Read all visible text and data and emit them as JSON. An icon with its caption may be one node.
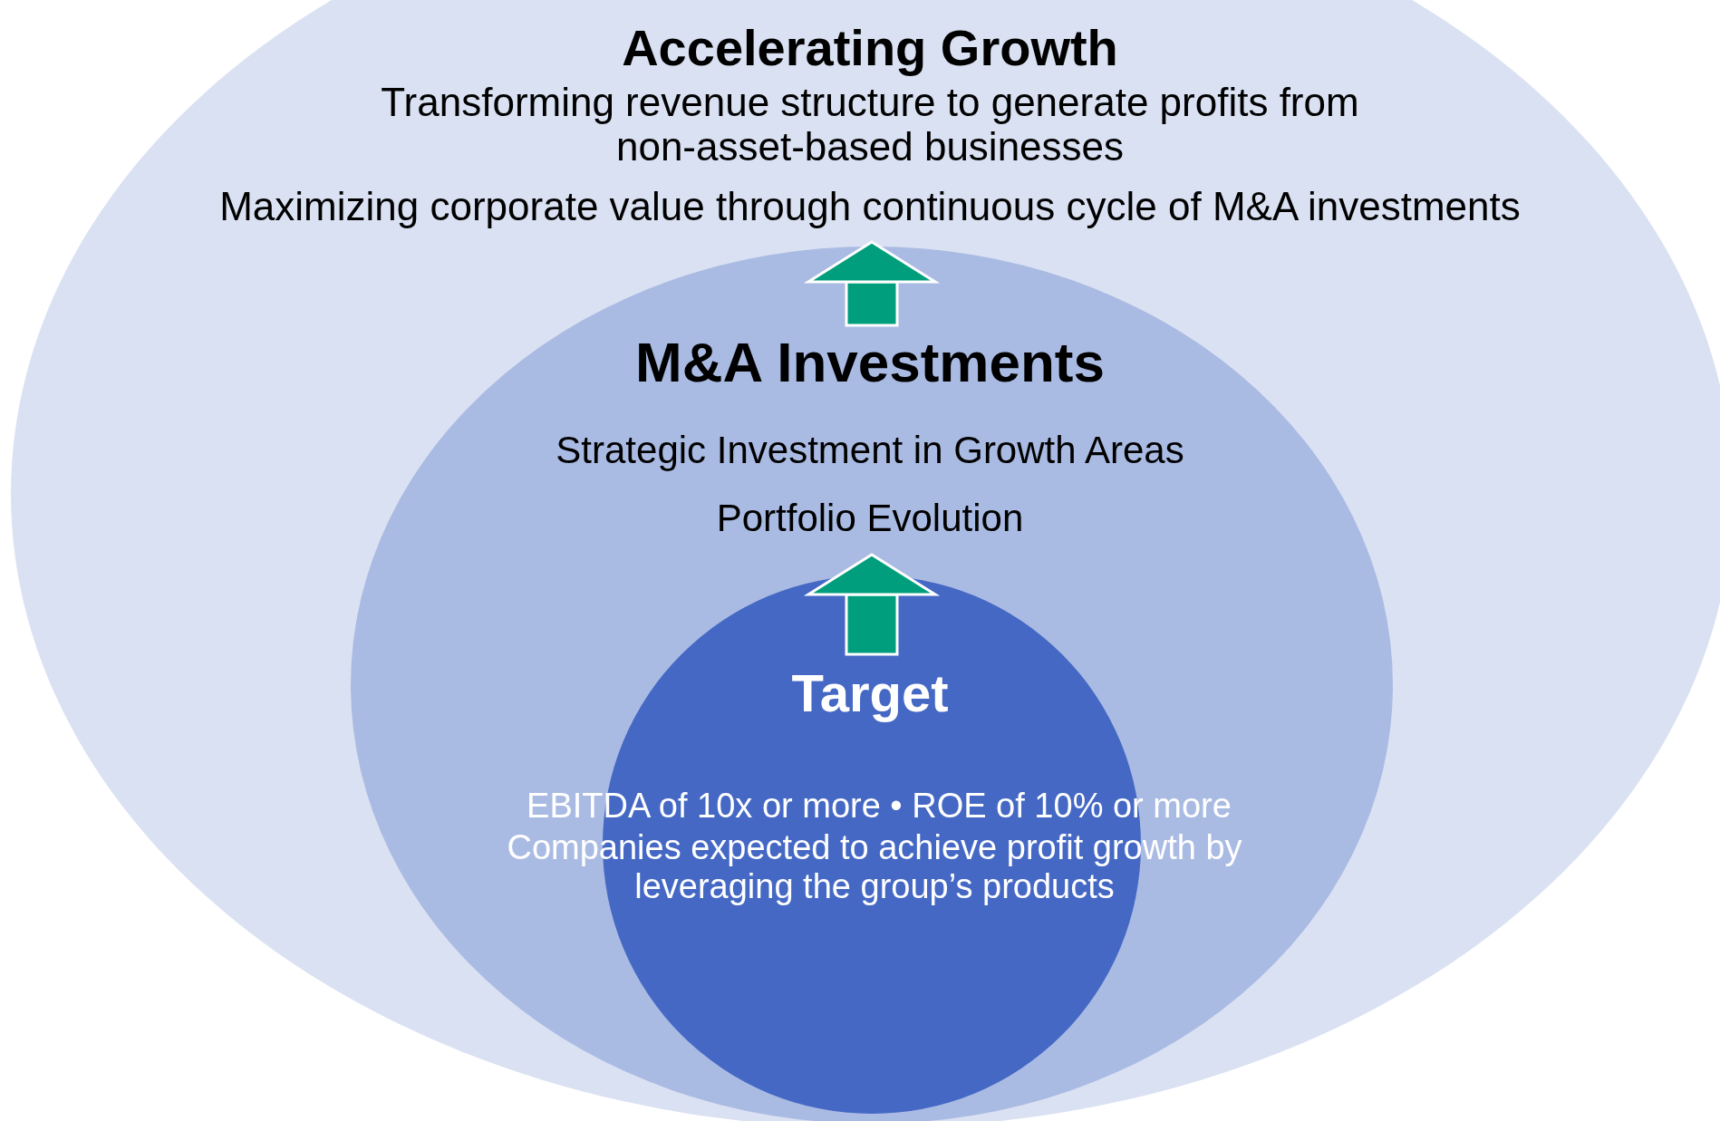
{
  "diagram": {
    "nodes": [
      {
        "text": [
          "Accelerating Growth",
          "Transforming revenue structure to generate profits from non-asset-based businesses",
          "Maximizing corporate value through continuous cycle of M&A investments"
        ]
      },
      {
        "text": [
          "M&A Investments",
          "Strategic Investment in Growth Areas",
          "Portfolio Evolution"
        ],
        "in": 0
      },
      {
        "text": [
          "Target",
          "EBITDA of 10x or more • ROE of 10% or more",
          "Companies expected to achieve profit growth by leveraging the group’s products"
        ],
        "in": 1
      }
    ],
    "edges": [
      {
        "from": 2,
        "to": 1,
        "arrow": "to"
      },
      {
        "from": 1,
        "to": 0,
        "arrow": "to"
      }
    ]
  }
}
